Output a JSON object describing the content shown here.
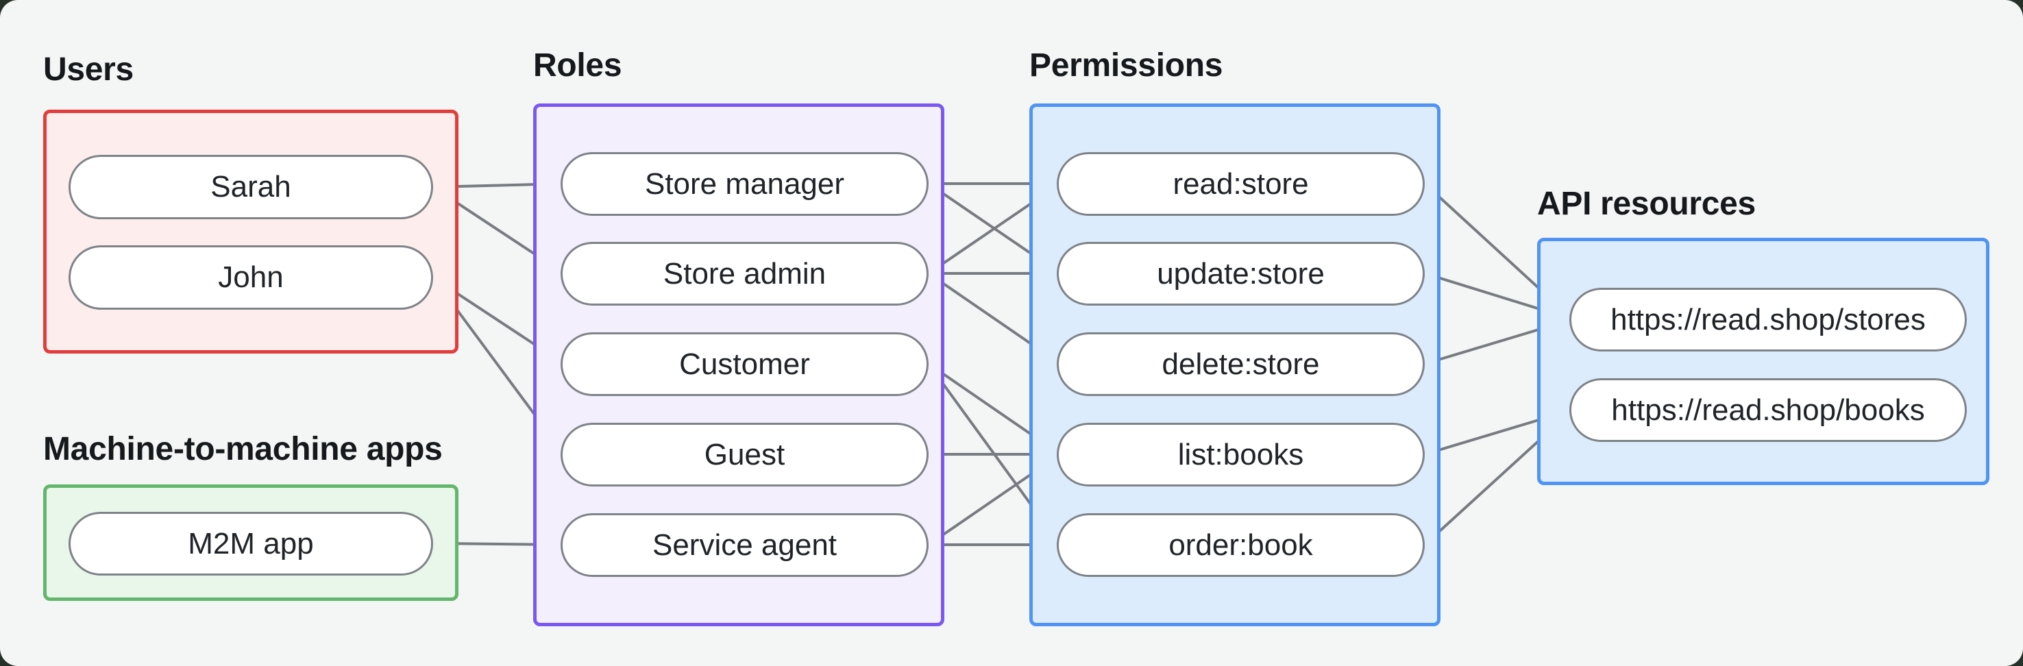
{
  "diagram": {
    "canvas_bg": "#f4f6f5",
    "outside_bg": "#263229",
    "node_fill": "#ffffff",
    "node_border_color": "#7e8388",
    "edge_color": "#787c80",
    "edge_dot_color": "#6e7377",
    "text_color": "#202428",
    "groups": [
      {
        "id": "users",
        "label": "Users",
        "border_color": "#e23c3c",
        "fill_color": "#fdeeed",
        "nodes": [
          {
            "id": "sarah",
            "label": "Sarah"
          },
          {
            "id": "john",
            "label": "John"
          }
        ]
      },
      {
        "id": "m2m",
        "label": "Machine-to-machine apps",
        "border_color": "#63b76c",
        "fill_color": "#e9f6ea",
        "nodes": [
          {
            "id": "m2m-app",
            "label": "M2M app"
          }
        ]
      },
      {
        "id": "roles",
        "label": "Roles",
        "border_color": "#7a58f2",
        "fill_color": "#f3effd",
        "nodes": [
          {
            "id": "store-manager",
            "label": "Store manager"
          },
          {
            "id": "store-admin",
            "label": "Store admin"
          },
          {
            "id": "customer",
            "label": "Customer"
          },
          {
            "id": "guest",
            "label": "Guest"
          },
          {
            "id": "service-agent",
            "label": "Service agent"
          }
        ]
      },
      {
        "id": "permissions",
        "label": "Permissions",
        "border_color": "#4f94f5",
        "fill_color": "#ddecfc",
        "nodes": [
          {
            "id": "read-store",
            "label": "read:store"
          },
          {
            "id": "update-store",
            "label": "update:store"
          },
          {
            "id": "delete-store",
            "label": "delete:store"
          },
          {
            "id": "list-books",
            "label": "list:books"
          },
          {
            "id": "order-book",
            "label": "order:book"
          }
        ]
      },
      {
        "id": "api",
        "label": "API resources",
        "border_color": "#4f94f5",
        "fill_color": "#ddecfc",
        "nodes": [
          {
            "id": "stores-resource",
            "label": "https://read.shop/stores"
          },
          {
            "id": "books-resource",
            "label": "https://read.shop/books"
          }
        ]
      }
    ],
    "edges": [
      {
        "from": "sarah",
        "to": "store-manager"
      },
      {
        "from": "sarah",
        "to": "store-admin"
      },
      {
        "from": "john",
        "to": "customer"
      },
      {
        "from": "john",
        "to": "guest"
      },
      {
        "from": "m2m-app",
        "to": "service-agent"
      },
      {
        "from": "store-manager",
        "to": "read-store"
      },
      {
        "from": "store-manager",
        "to": "update-store"
      },
      {
        "from": "store-admin",
        "to": "read-store"
      },
      {
        "from": "store-admin",
        "to": "update-store"
      },
      {
        "from": "store-admin",
        "to": "delete-store"
      },
      {
        "from": "customer",
        "to": "list-books"
      },
      {
        "from": "customer",
        "to": "order-book"
      },
      {
        "from": "guest",
        "to": "list-books"
      },
      {
        "from": "service-agent",
        "to": "list-books"
      },
      {
        "from": "service-agent",
        "to": "order-book"
      },
      {
        "from": "read-store",
        "to": "stores-resource"
      },
      {
        "from": "update-store",
        "to": "stores-resource"
      },
      {
        "from": "delete-store",
        "to": "stores-resource"
      },
      {
        "from": "list-books",
        "to": "books-resource"
      },
      {
        "from": "order-book",
        "to": "books-resource"
      }
    ]
  }
}
